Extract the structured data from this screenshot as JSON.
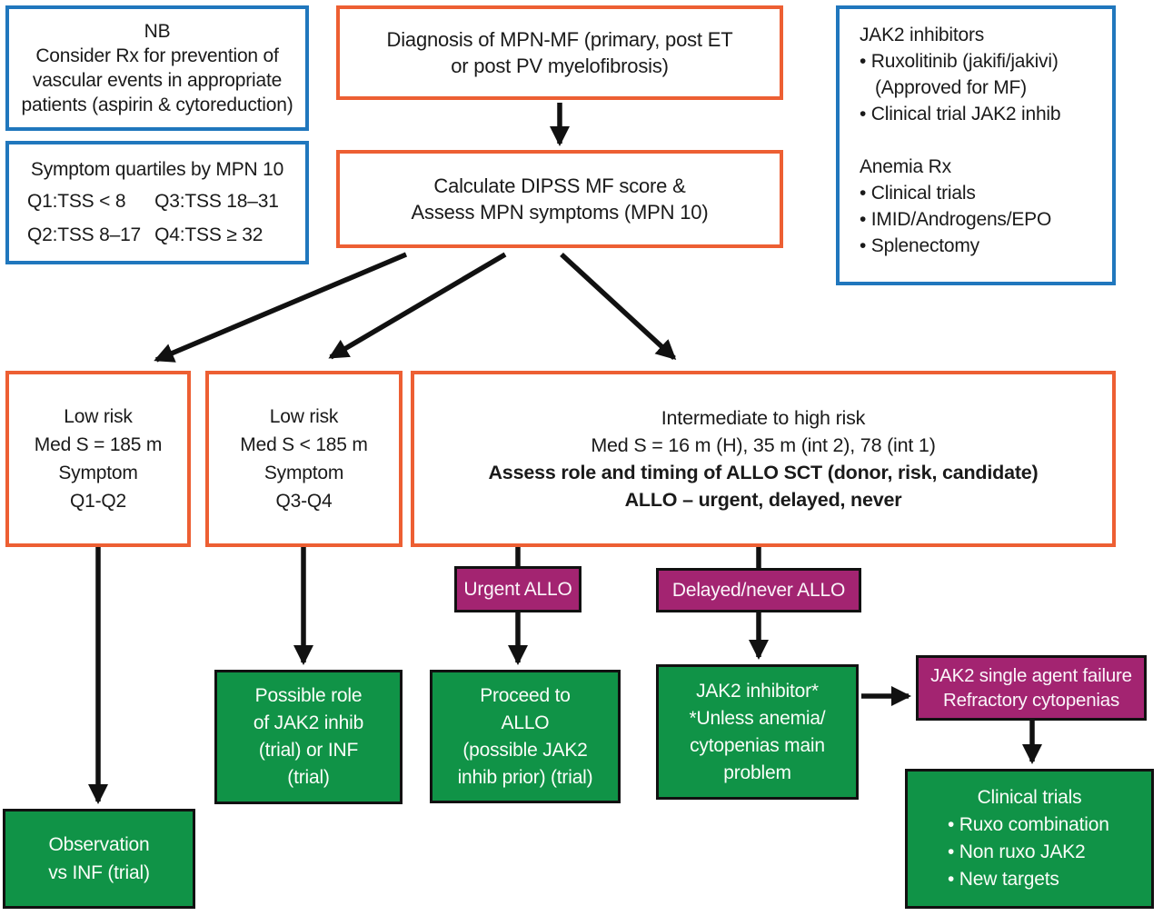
{
  "colors": {
    "orange": "#ED5F33",
    "blue": "#2077BD",
    "green": "#109347",
    "purple": "#A32471",
    "ink": "#1A1A1A"
  },
  "notes": {
    "nb": {
      "lines": [
        "NB",
        "Consider Rx for prevention of",
        "vascular events in appropriate",
        "patients (aspirin & cytoreduction)"
      ]
    },
    "quartiles": {
      "title": "Symptom quartiles by MPN 10",
      "q1": "Q1:TSS < 8",
      "q3": "Q3:TSS 18–31",
      "q2": "Q2:TSS 8–17",
      "q4": "Q4:TSS ≥ 32"
    },
    "jak2": {
      "heading1": "JAK2 inhibitors",
      "item1": "• Ruxolitinib (jakifi/jakivi)",
      "item1b": "(Approved for MF)",
      "item2": "• Clinical trial JAK2 inhib",
      "heading2": "Anemia Rx",
      "item3": "• Clinical trials",
      "item4": "• IMID/Androgens/EPO",
      "item5": "• Splenectomy"
    }
  },
  "flow": {
    "diagnosis": {
      "line1": "Diagnosis of MPN-MF (primary, post ET",
      "line2": "or post PV myelofibrosis)"
    },
    "calculate": {
      "line1": "Calculate DIPSS MF score &",
      "line2": "Assess MPN symptoms (MPN 10)"
    },
    "low_risk_1": {
      "lines": [
        "Low risk",
        "Med S = 185 m",
        "Symptom",
        "Q1-Q2"
      ]
    },
    "low_risk_2": {
      "lines": [
        "Low risk",
        "Med S < 185 m",
        "Symptom",
        "Q3-Q4"
      ]
    },
    "int_high": {
      "line1": "Intermediate to high risk",
      "line2": "Med S = 16 m (H), 35 m (int 2), 78 (int 1)",
      "line3": "Assess role and timing of ALLO SCT (donor, risk, candidate)",
      "line4": "ALLO – urgent, delayed, never"
    },
    "urgent_allo": "Urgent ALLO",
    "delayed_allo": "Delayed/never ALLO",
    "possible_role": {
      "lines": [
        "Possible role",
        "of JAK2 inhib",
        "(trial) or INF",
        "(trial)"
      ]
    },
    "proceed_allo": {
      "lines": [
        "Proceed to",
        "ALLO",
        "(possible JAK2",
        "inhib prior) (trial)"
      ]
    },
    "jak2_inhibitor": {
      "lines": [
        "JAK2 inhibitor*",
        "*Unless anemia/",
        "cytopenias main",
        "problem"
      ]
    },
    "jak2_failure": {
      "line1": "JAK2 single agent failure",
      "line2": "Refractory cytopenias"
    },
    "clinical_trials": {
      "title": "Clinical trials",
      "items": [
        "• Ruxo combination",
        "• Non ruxo JAK2",
        "• New targets"
      ]
    },
    "observation": {
      "lines": [
        "Observation",
        "vs INF (trial)"
      ]
    }
  }
}
